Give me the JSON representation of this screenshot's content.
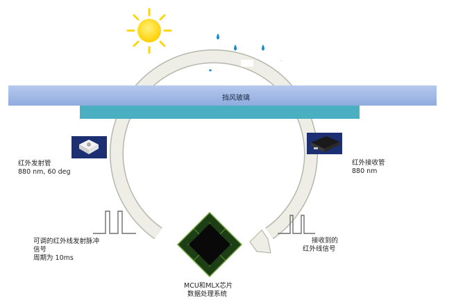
{
  "windshield_label": "挡风玻璃",
  "emitter": {
    "title": "红外发射管",
    "spec": "880 nm, 60 deg"
  },
  "receiver": {
    "title": "红外接收管",
    "spec": "880 nm"
  },
  "pulse_signal": {
    "line1": "可调的红外线发射脉冲",
    "line2": "信号",
    "line3": "周期为  10ms"
  },
  "received_signal": {
    "line1": "接收到的",
    "line2": "红外线信号"
  },
  "chip": {
    "line1": "MCU和MLX芯片",
    "line2": "数据处理系统"
  },
  "colors": {
    "windshield": "#9db6e4",
    "windshield_lower": "#4bafc2",
    "ring": "#eeeee6",
    "ring_edge": "#b4b8ac",
    "sun": "#ffd60a",
    "raindrop": "#1a8ad4",
    "chip_outer": "#2c5a26"
  }
}
